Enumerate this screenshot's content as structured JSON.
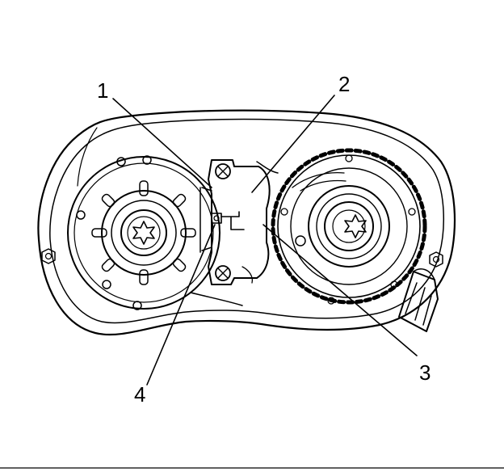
{
  "figure": {
    "callouts": [
      {
        "id": "1",
        "label": "1"
      },
      {
        "id": "2",
        "label": "2"
      },
      {
        "id": "3",
        "label": "3"
      },
      {
        "id": "4",
        "label": "4"
      }
    ]
  },
  "colors": {
    "ink": "#000000",
    "background": "#ffffff",
    "stipple": "#8a8a8a"
  }
}
